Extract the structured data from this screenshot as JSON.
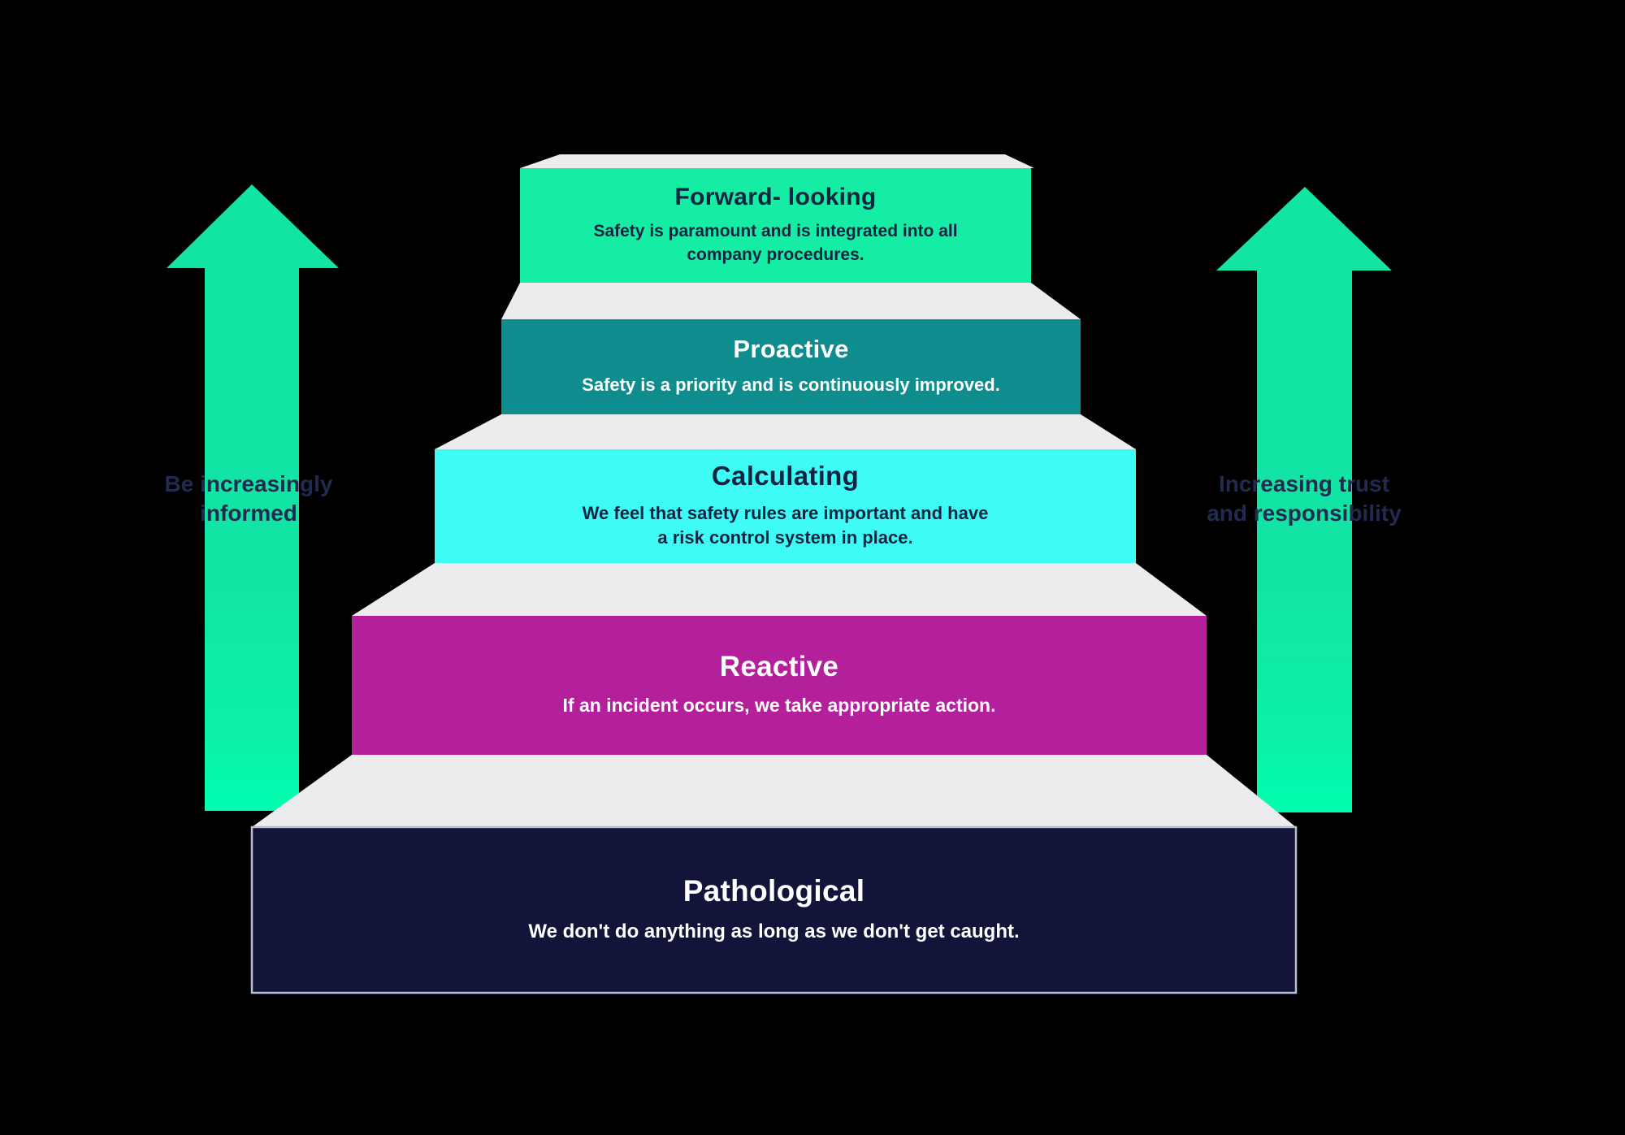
{
  "colors": {
    "background": "#000000",
    "tread": "#ECECEE",
    "arrow_top": "#12E4A3",
    "arrow_bottom": "#00FFB0",
    "dark_text": "#0E2440",
    "side_label_text": "#212A4F",
    "pathological_border": "#B9BDD1"
  },
  "arrows": {
    "left_label": "Be increasingly\ninformed",
    "right_label": "Increasing trust\nand responsibility"
  },
  "steps": [
    {
      "name": "Forward- looking",
      "description": "Safety is paramount and is integrated into all company procedures.",
      "color": "#16EDA4",
      "text_color": "#0E2440"
    },
    {
      "name": "Proactive",
      "description": "Safety is a priority and is continuously improved.",
      "color": "#0E8C8E",
      "text_color": "#FFFFFF"
    },
    {
      "name": "Calculating",
      "description": "We feel that safety rules are important and have a risk control system in place.",
      "color": "#3EFBF6",
      "text_color": "#0E2440"
    },
    {
      "name": "Reactive",
      "description": "If an incident occurs, we take appropriate action.",
      "color": "#B4209C",
      "text_color": "#FFFFFF"
    },
    {
      "name": "Pathological",
      "description": "We don't do anything as long as we don't get caught.",
      "color": "#12143A",
      "text_color": "#FFFFFF"
    }
  ]
}
